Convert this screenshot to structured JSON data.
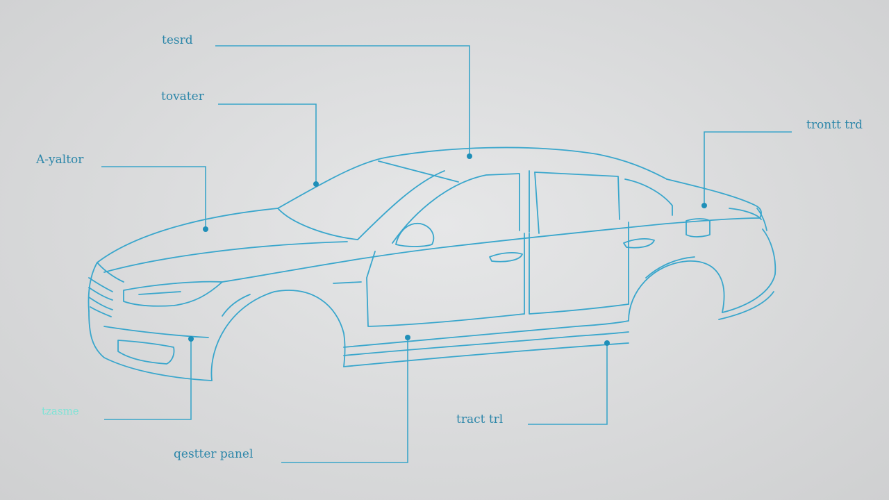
{
  "labels": {
    "top_center": "tesrd",
    "upper_left": "tovater",
    "left": "A-yaltor",
    "right_top": "trontt trd",
    "bottom_left": "tzasme",
    "bottom_center": "qestter panel",
    "bottom_right": "tract trl"
  },
  "colors": {
    "line": "#39a6cc",
    "label": "#2c86a9",
    "faded_label": "#7fe3d6",
    "background": "#dcdddd"
  }
}
